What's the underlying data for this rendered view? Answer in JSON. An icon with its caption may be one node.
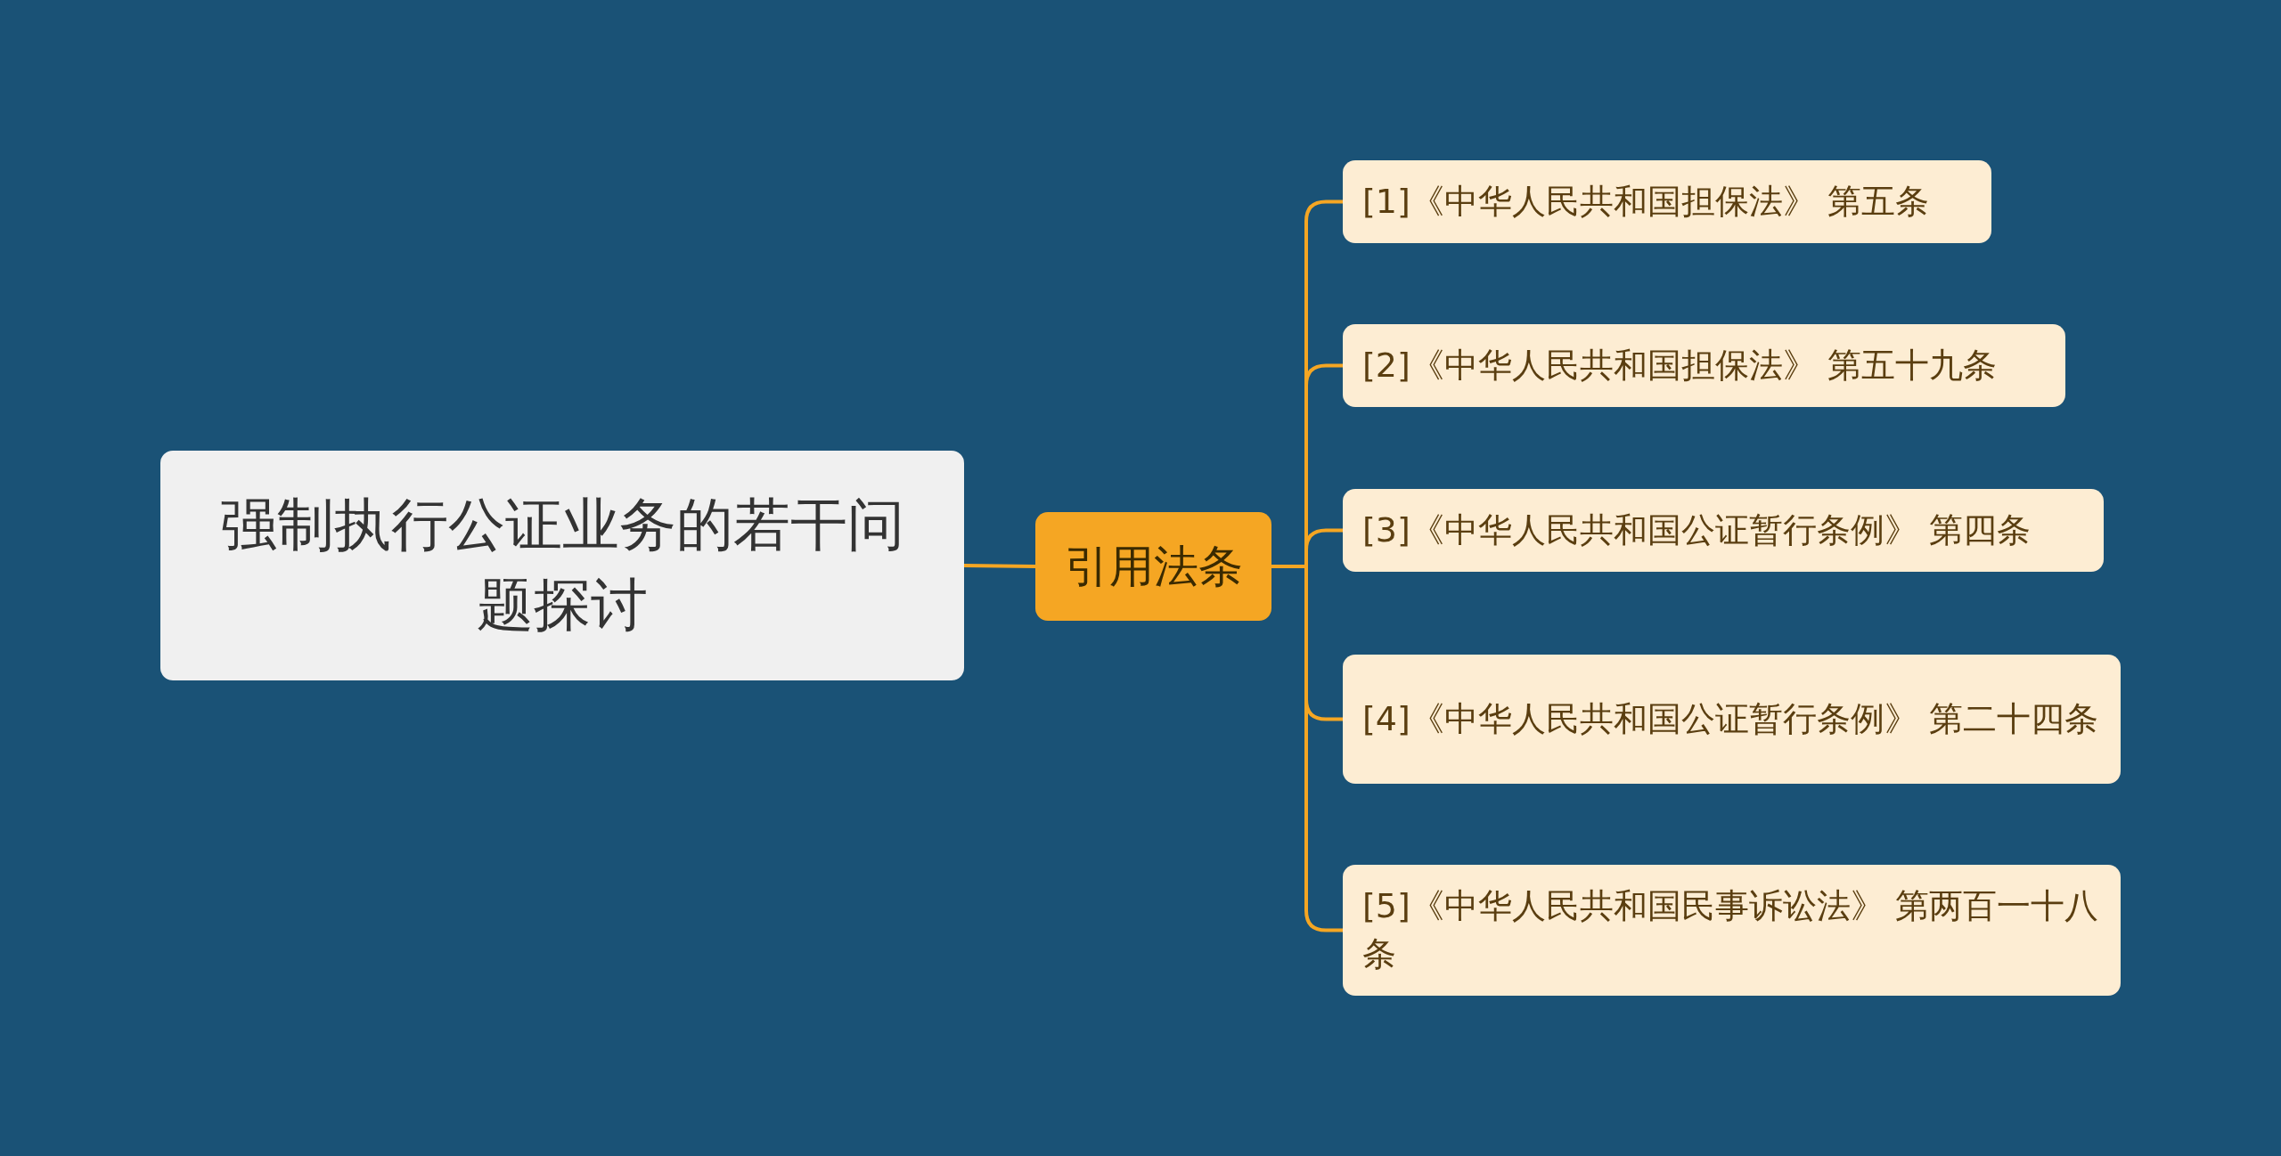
{
  "diagram": {
    "nodes": [
      {
        "text": [
          "强制执行公证业务的若干问题探讨"
        ]
      },
      {
        "text": [
          "引用法条"
        ]
      },
      {
        "text": [
          "[1]《中华人民共和国担保法》 第五条"
        ]
      },
      {
        "text": [
          "[2]《中华人民共和国担保法》 第五十九条"
        ]
      },
      {
        "text": [
          "[3]《中华人民共和国公证暂行条例》 第四条"
        ]
      },
      {
        "text": [
          "[4]《中华人民共和国公证暂行条例》 第二十四条"
        ]
      },
      {
        "text": [
          "[5]《中华人民共和国民事诉讼法》 第两百一十八条"
        ]
      }
    ],
    "edges": [
      {
        "from": 0,
        "to": 1,
        "arrow": "none"
      },
      {
        "from": 1,
        "to": 2,
        "arrow": "none"
      },
      {
        "from": 1,
        "to": 3,
        "arrow": "none"
      },
      {
        "from": 1,
        "to": 4,
        "arrow": "none"
      },
      {
        "from": 1,
        "to": 5,
        "arrow": "none"
      },
      {
        "from": 1,
        "to": 6,
        "arrow": "none"
      }
    ]
  }
}
